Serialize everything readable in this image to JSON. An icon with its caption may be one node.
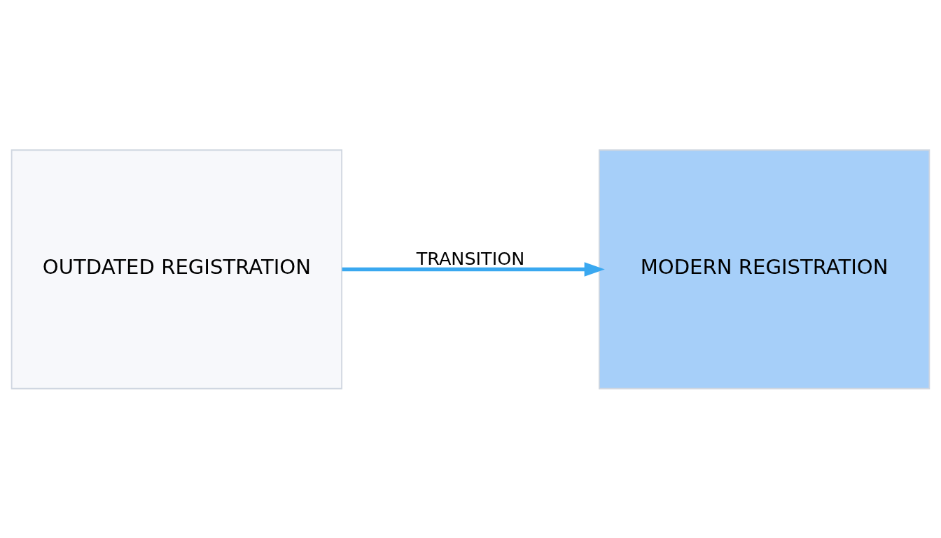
{
  "diagram": {
    "nodes": [
      {
        "text": [
          "OUTDATED REGISTRATION"
        ]
      },
      {
        "text": [
          "MODERN REGISTRATION"
        ]
      }
    ],
    "edges": [
      {
        "from": 0,
        "to": 1,
        "arrow": "to",
        "label": "TRANSITION"
      }
    ]
  }
}
